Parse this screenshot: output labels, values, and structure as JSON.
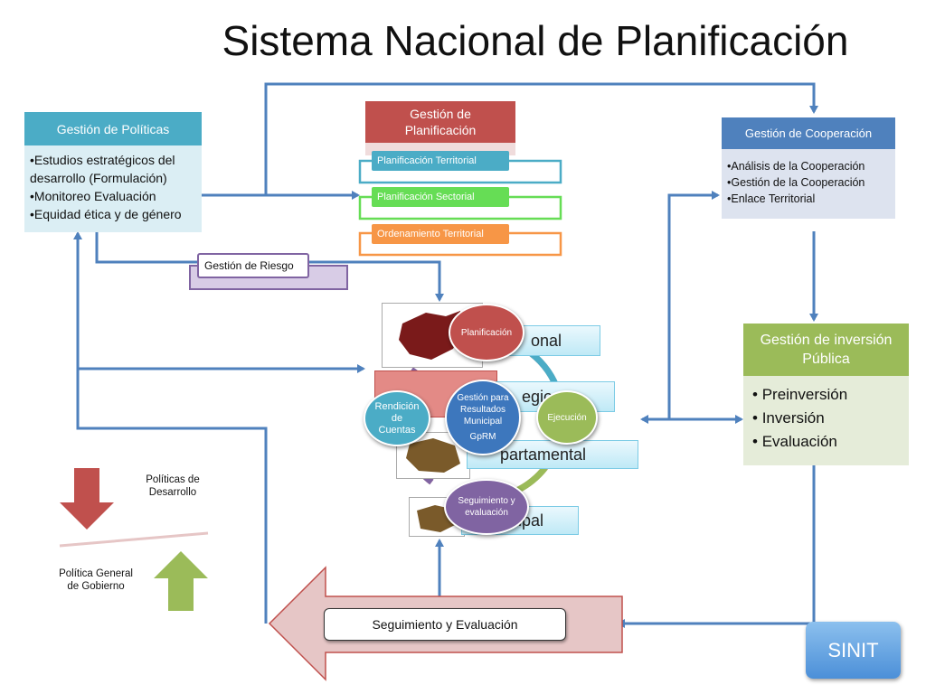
{
  "title": "Sistema Nacional de Planificación",
  "politicas": {
    "header": "Gestión de Políticas",
    "items": [
      "•Estudios estratégicos del desarrollo (Formulación)",
      "•Monitoreo Evaluación",
      "•Equidad ética y de género"
    ]
  },
  "planificacion": {
    "header": "Gestión de Planificación",
    "subs": [
      "Planificación Territorial",
      "Planificación Sectorial",
      "Ordenamiento Territorial"
    ]
  },
  "cooperacion": {
    "header": "Gestión de Cooperación",
    "items": [
      "•Análisis de la Cooperación",
      "•Gestión de la Cooperación",
      "•Enlace Territorial"
    ]
  },
  "inversion": {
    "header": "Gestión de inversión Pública",
    "items": [
      "Preinversión",
      "Inversión",
      "Evaluación"
    ]
  },
  "riesgo": "Gestión de Riesgo",
  "levels": [
    "onal",
    "egio",
    "partamental",
    "ipal"
  ],
  "cycle": {
    "center": "Gestión para Resultados Municipal",
    "center_abbr": "GpRM",
    "planificacion": "Planificación",
    "ejecucion": "Ejecución",
    "seguimiento": "Seguimiento y evaluación",
    "rendicion": "Rendición de Cuentas"
  },
  "seguimiento_label": "Seguimiento y Evaluación",
  "sinit": "SINIT",
  "legend": {
    "politicas_desarrollo": "Políticas de Desarrollo",
    "politica_gobierno": "Política General de Gobierno"
  },
  "colors": {
    "politicas_header": "#4bacc6",
    "cooperacion_header": "#4f81bd",
    "planificacion_header": "#c0504d",
    "inversion_header": "#9bbb59",
    "connector": "#4f81bd"
  }
}
